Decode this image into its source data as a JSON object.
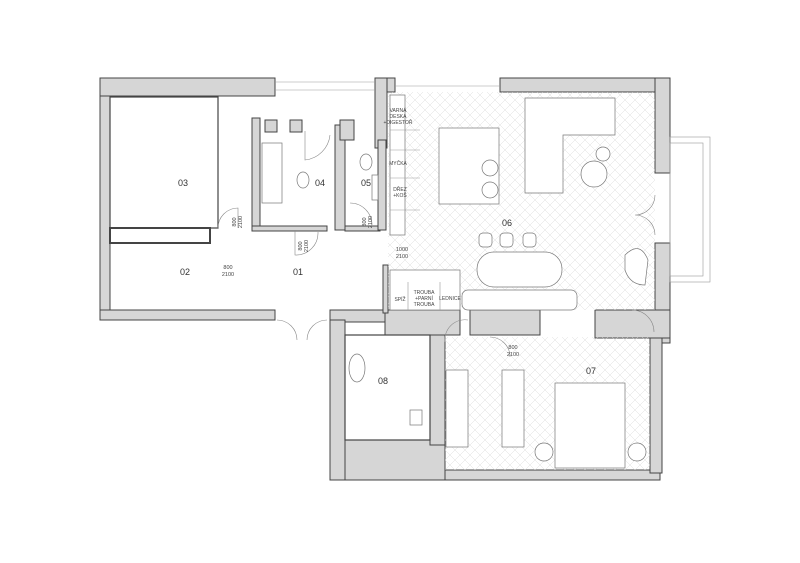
{
  "rooms": {
    "r01": "01",
    "r02": "02",
    "r03": "03",
    "r04": "04",
    "r05": "05",
    "r06": "06",
    "r07": "07",
    "r08": "08"
  },
  "doors": {
    "d03": {
      "w": "800",
      "h": "2100"
    },
    "d04": {
      "w": "800",
      "h": "2100"
    },
    "d05": {
      "w": "800",
      "h": "2100"
    },
    "d02": {
      "w": "800",
      "h": "2100"
    },
    "d06": {
      "w": "1000",
      "h": "2100"
    },
    "d07": {
      "w": "800",
      "h": "2100"
    }
  },
  "kitchen": {
    "hob": [
      "VARNÁ",
      "DESKA",
      "+DIGESTOŘ"
    ],
    "dishwasher": "MYČKA",
    "sink": [
      "DŘEZ",
      "+KOŠ"
    ],
    "pantry": "SPÍŽ",
    "oven": [
      "TROUBA",
      "+PARNÍ",
      "TROUBA"
    ],
    "fridge": "LEDNICE"
  },
  "colors": {
    "wall": "#d6d6d6",
    "line": "#444444"
  }
}
